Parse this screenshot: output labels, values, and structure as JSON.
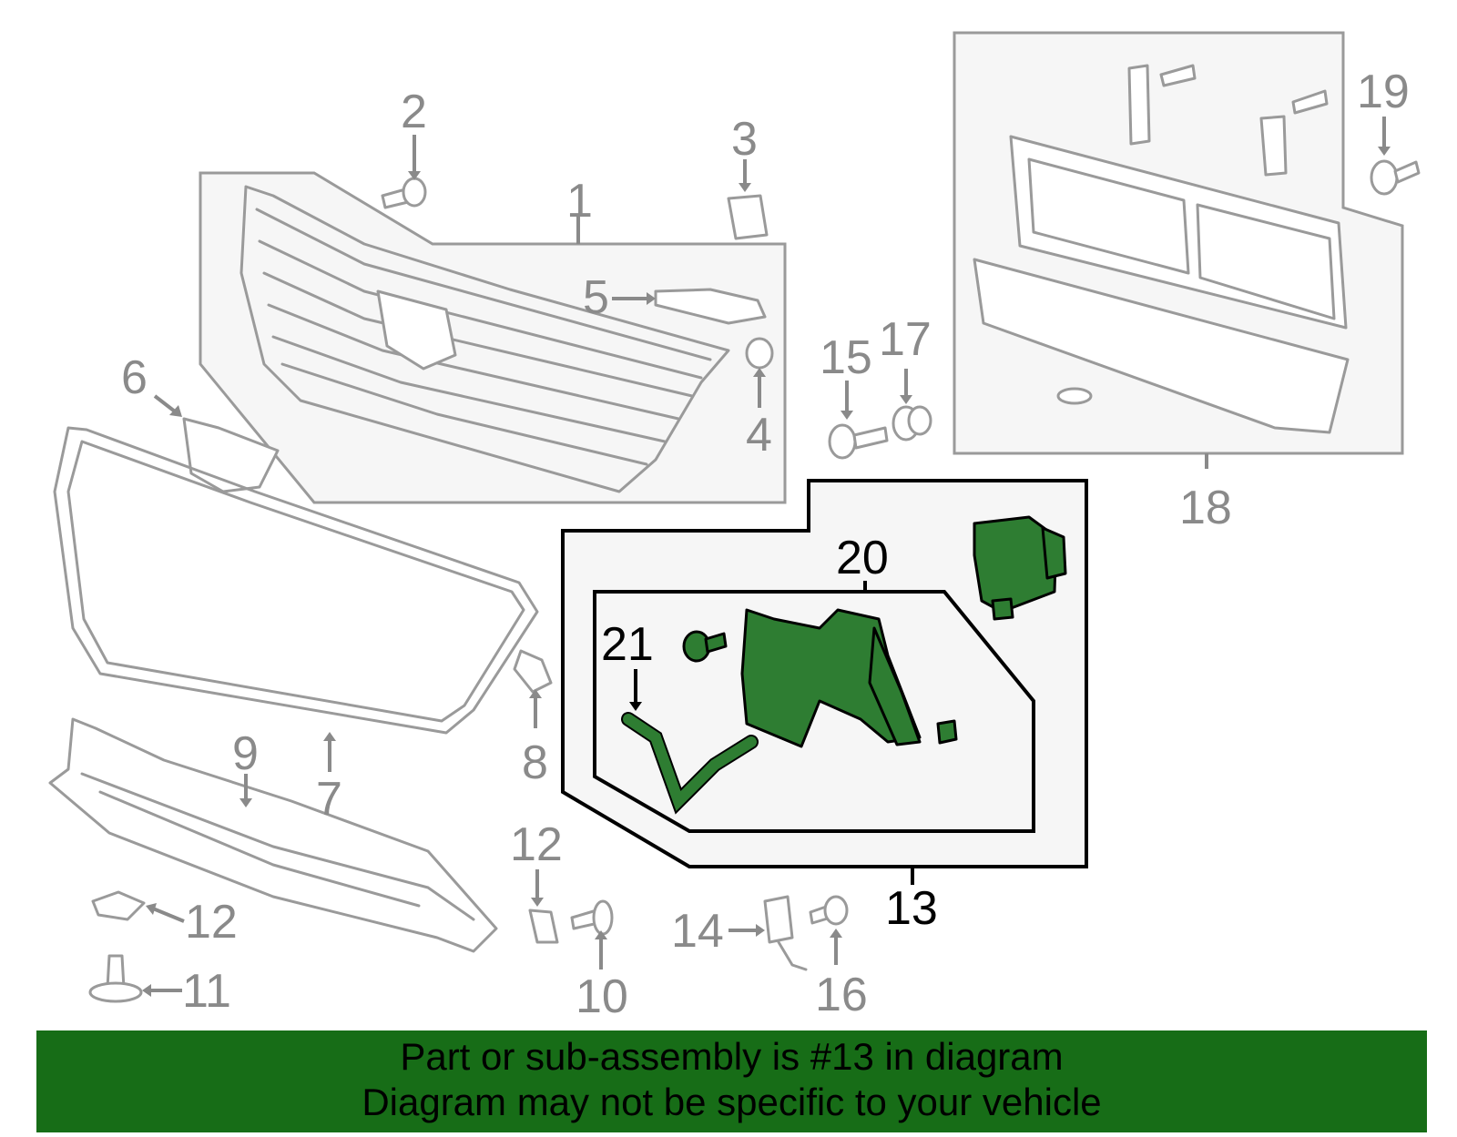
{
  "diagram": {
    "callouts": [
      {
        "id": "1",
        "text": "1"
      },
      {
        "id": "2",
        "text": "2"
      },
      {
        "id": "3",
        "text": "3"
      },
      {
        "id": "4",
        "text": "4"
      },
      {
        "id": "5",
        "text": "5"
      },
      {
        "id": "6",
        "text": "6"
      },
      {
        "id": "7",
        "text": "7"
      },
      {
        "id": "8",
        "text": "8"
      },
      {
        "id": "9",
        "text": "9"
      },
      {
        "id": "10",
        "text": "10"
      },
      {
        "id": "11",
        "text": "11"
      },
      {
        "id": "12a",
        "text": "12"
      },
      {
        "id": "12b",
        "text": "12"
      },
      {
        "id": "13",
        "text": "13"
      },
      {
        "id": "14",
        "text": "14"
      },
      {
        "id": "15",
        "text": "15"
      },
      {
        "id": "16",
        "text": "16"
      },
      {
        "id": "17",
        "text": "17"
      },
      {
        "id": "18",
        "text": "18"
      },
      {
        "id": "19",
        "text": "19"
      },
      {
        "id": "20",
        "text": "20"
      },
      {
        "id": "21",
        "text": "21"
      }
    ],
    "highlight_color": "#2e7d32",
    "part_color": "#9a9a9a"
  },
  "banner": {
    "line1": "Part or sub-assembly is #13 in diagram",
    "line2": "Diagram may not be specific to your vehicle",
    "background": "#176d17"
  }
}
